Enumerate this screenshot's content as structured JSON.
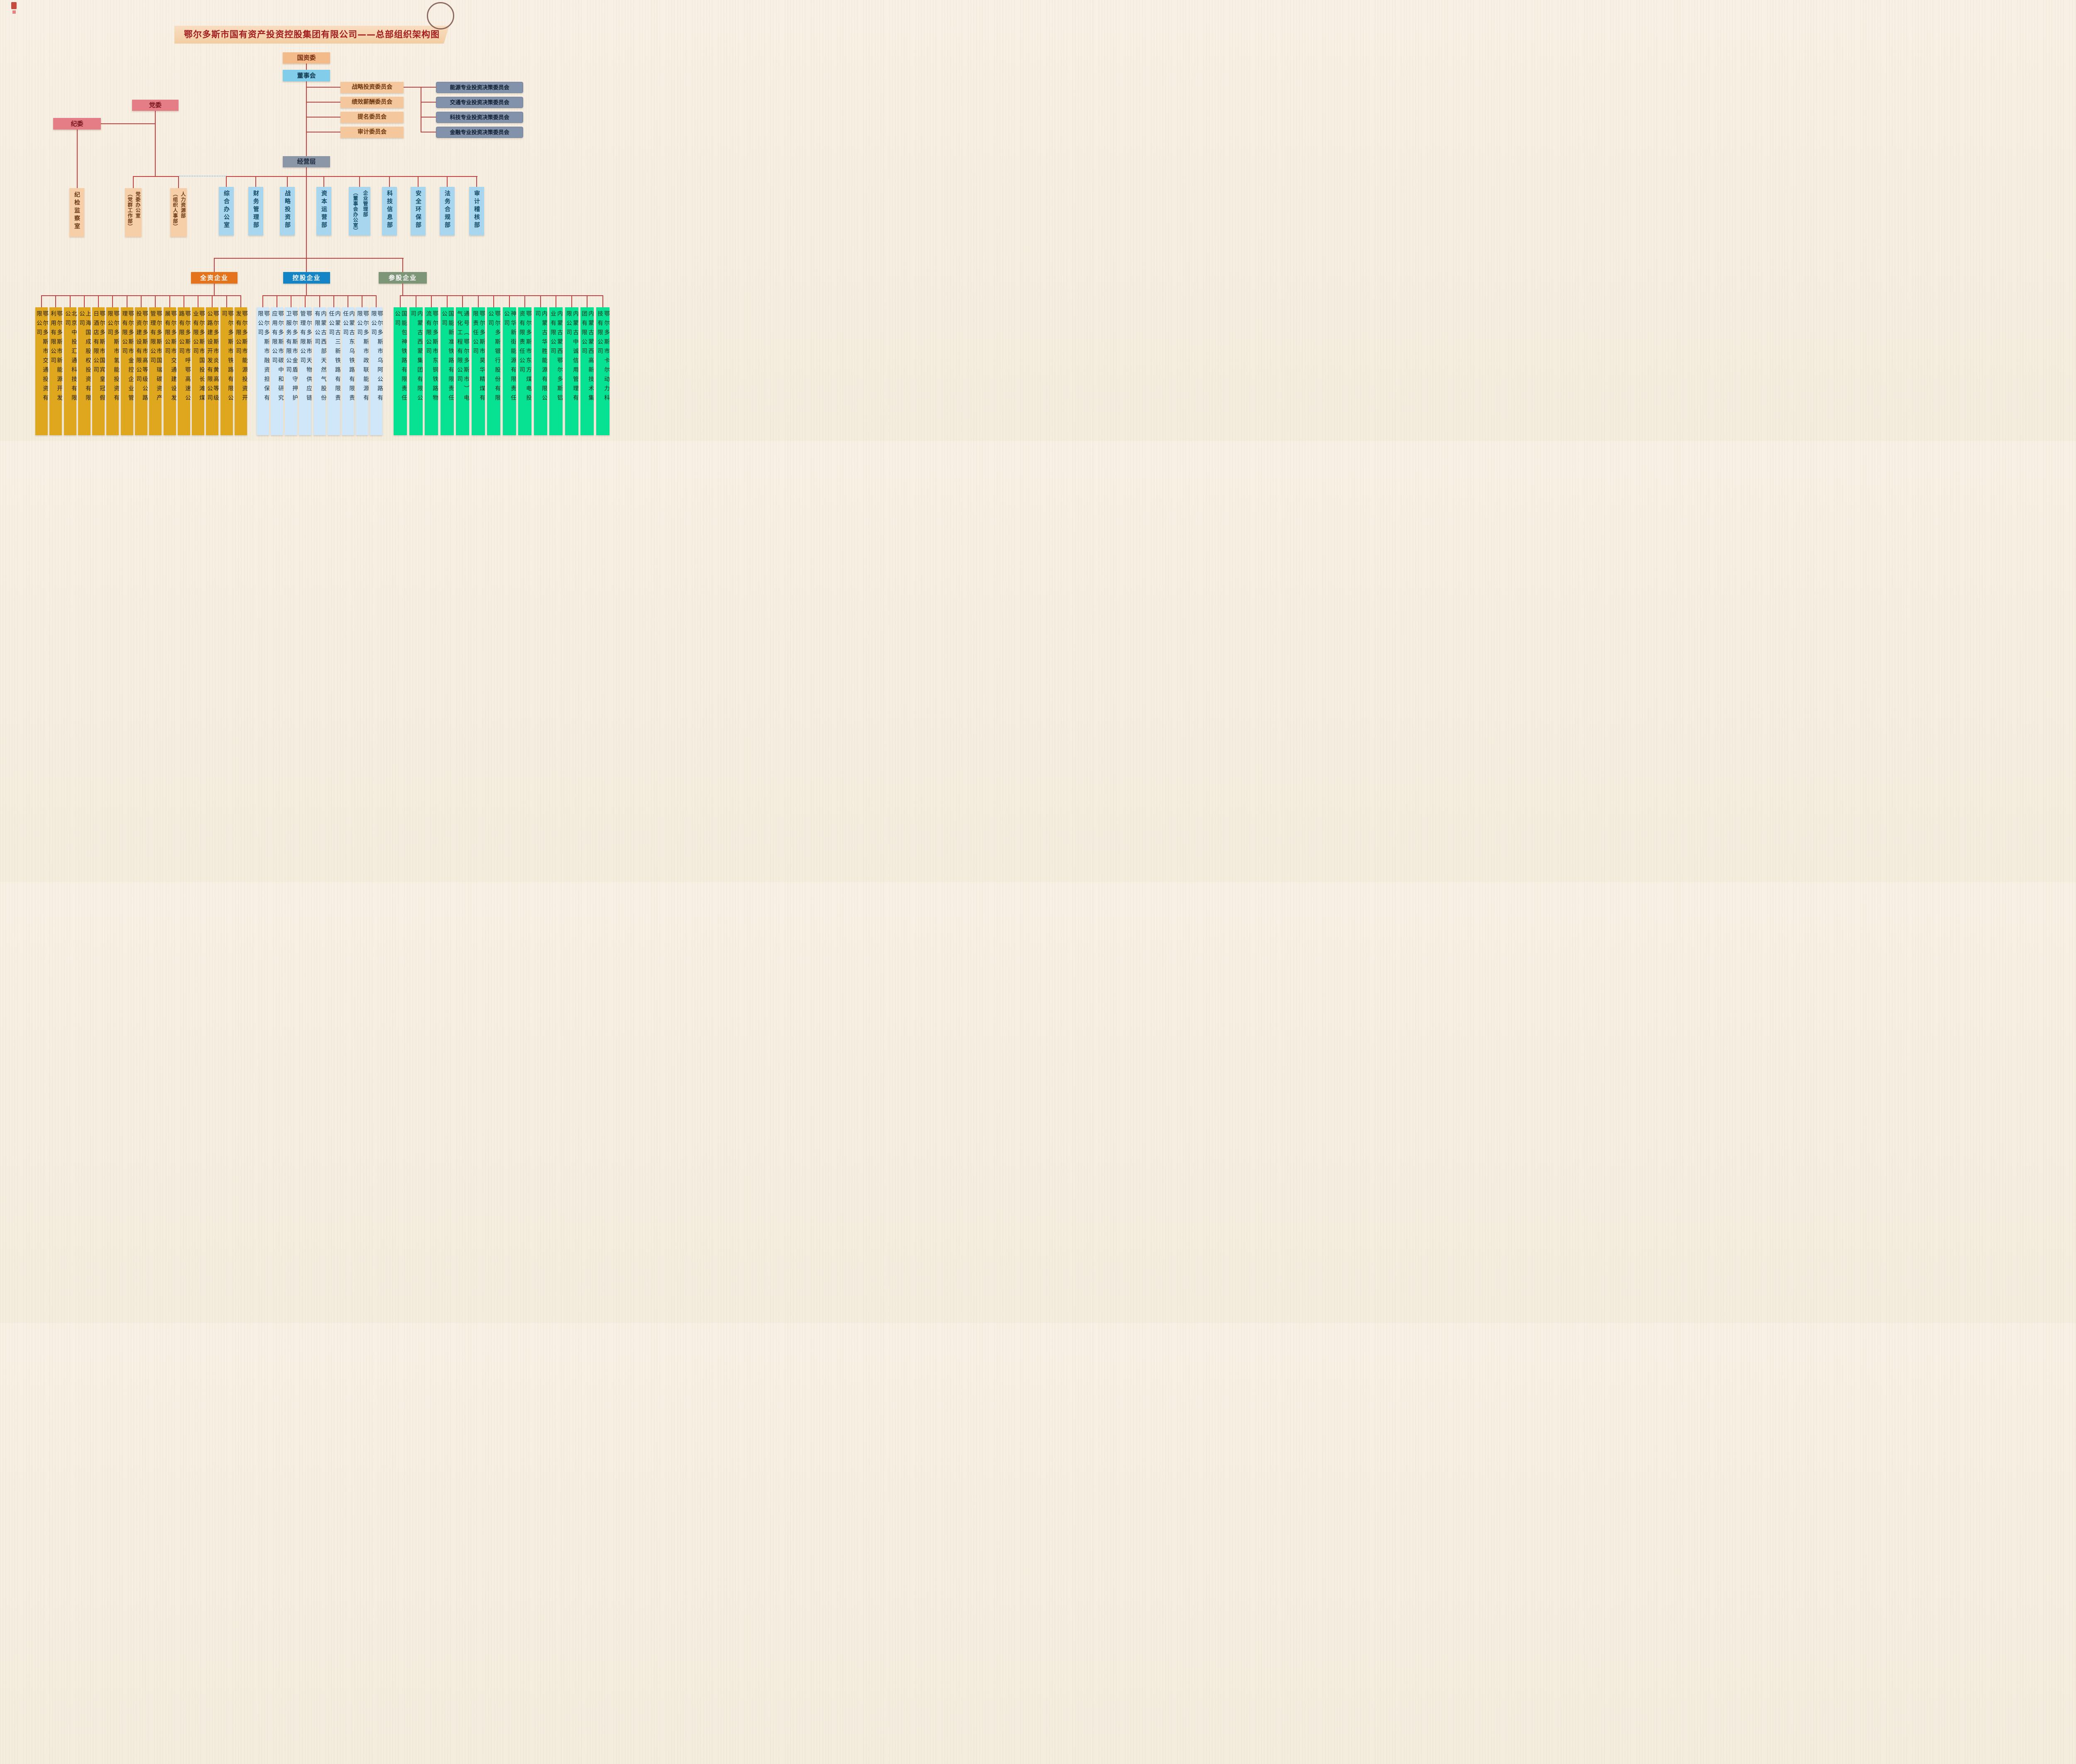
{
  "title": "鄂尔多斯市国有资产投资控股集团有限公司——总部组织架构图",
  "nodes": {
    "guoziwei": "国资委",
    "dongshihui": "董事会",
    "jingyingceng": "经营层",
    "dangwei": "党委",
    "jiwei": "纪委",
    "jijian_jianchashi": "纪检监察室"
  },
  "board_committees": [
    "战略投资委员会",
    "绩效薪酬委员会",
    "提名委员会",
    "审计委员会"
  ],
  "decision_committees": [
    "能源专业投资决策委员会",
    "交通专业投资决策委员会",
    "科技专业投资决策委员会",
    "金融专业投资决策委员会"
  ],
  "party_departments": [
    "党委办公室\n（党群工作部）",
    "人力资源部\n（组织人事部）"
  ],
  "departments": [
    "综合办公室",
    "财务管理部",
    "战略投资部",
    "资本运营部",
    "企业管理部\n（董事会办公室）",
    "科技信息部",
    "安全环保部",
    "法务合规部",
    "审计稽核部"
  ],
  "categories": [
    {
      "label": "全资企业",
      "color": "#e4731c",
      "companies": [
        "鄂尔多斯市交通投资有限公司",
        "鄂尔多斯市新能源开发利用有限公司",
        "北京中投汇通科技有限公司",
        "上海国成股权投资有限公司",
        "鄂尔多斯市国宾皇冠假日酒店有限公司",
        "鄂尔多斯市氢能投资有限公司",
        "鄂尔多斯市金控企业管理有限公司",
        "鄂尔多斯市高等级公路投资建设有限公司",
        "鄂尔多斯市国瑞碳资产管理有限公司",
        "鄂尔多斯市交通建设发展有限公司",
        "鄂尔多斯市呼鄂高速公路有限公司",
        "鄂尔多斯市国投长滩煤业有限公司",
        "鄂尔多斯市炎黄高等级公路建设开发有限公司",
        "鄂尔多斯市铁路有限公司",
        "鄂尔多斯市能源投资开发有限公司"
      ]
    },
    {
      "label": "控股企业",
      "color": "#1385c6",
      "companies": [
        "鄂尔多斯市融资担保有限公司",
        "鄂尔多斯市碳中和研究应用有限公司",
        "鄂尔多斯市金盾守押护卫服务有限公司",
        "鄂尔多斯市天物供应链管理有限公司",
        "内蒙古西部天然气股份有限公司",
        "内蒙古三新铁路有限责任公司",
        "内蒙古东乌铁路有限责任公司",
        "鄂尔多斯市政联能源有限公司",
        "鄂尔多斯市乌阿公路有限公司"
      ]
    },
    {
      "label": "参股企业",
      "color": "#7e9678",
      "companies": [
        "国能包神铁路有限责任公司",
        "内蒙古西蒙集团有限公司",
        "鄂尔多斯市东铜铁路物流有限公司",
        "国能新准铁路有限责任公司",
        "通号（鄂尔多斯市）电气化工程有限公司",
        "鄂尔多斯市昊华精煤有限责任公司",
        "鄂尔多斯银行股份有限公司",
        "神华新街能源有限责任公司",
        "鄂尔多斯市东方煤电投资有限责任公司",
        "内蒙古华胜能源有限公司",
        "内蒙古蒙西鄂尔多斯铝业有限公司",
        "内蒙古中诚信用管理有限公司",
        "内蒙古蒙西高新技术集团有限公司",
        "鄂尔多斯市卡尔动力科技有限公司"
      ]
    }
  ],
  "colors": {
    "background": "#f6eee1",
    "connector": "#c24040",
    "dashed_connector": "#8bc0dd",
    "banner": "#f6d5ad",
    "title_text": "#a31d20",
    "guoziwei_box": "#f3ba8a",
    "dongshihui_box": "#82cde9",
    "committee_box": "#f5c79c",
    "decision_box": "#8292aa",
    "party_box": "#e57d86",
    "management_box": "#8b96a6",
    "department_box": "#a8d6ee",
    "party_department_box": "#f6cfa8",
    "wholly_owned_company_box": "#dfa71e",
    "holding_company_box": "#cfe7f8",
    "invested_company_box": "#06e291"
  }
}
